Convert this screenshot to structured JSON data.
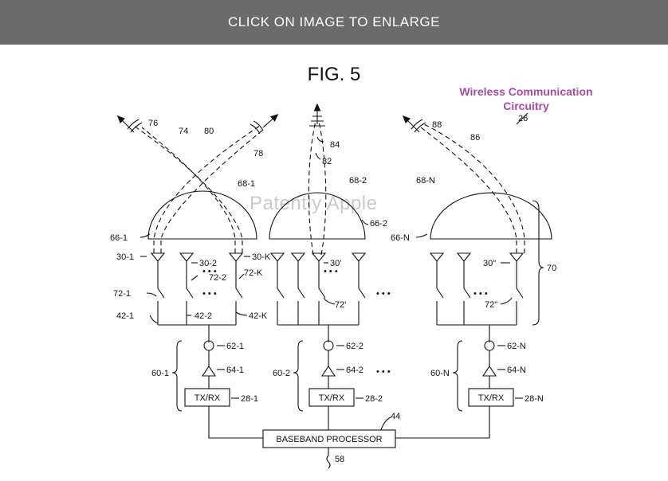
{
  "banner": {
    "text": "CLICK ON IMAGE TO ENLARGE"
  },
  "figure": {
    "title": "FIG. 5",
    "caption_line1": "Wireless Communication",
    "caption_line2": "Circuitry",
    "watermark": "Patently Apple"
  },
  "labels": {
    "l26": "26",
    "l76": "76",
    "l74": "74",
    "l80": "80",
    "l78": "78",
    "l84": "84",
    "l82": "82",
    "l88": "88",
    "l86": "86",
    "l68_1": "68-1",
    "l68_2": "68-2",
    "l68_N": "68-N",
    "l66_1": "66-1",
    "l66_2": "66-2",
    "l66_N": "66-N",
    "l30_1": "30-1",
    "l30_2": "30-2",
    "l30_K": "30-K",
    "l30p": "30'",
    "l30pp": "30\"",
    "l70": "70",
    "l72_1": "72-1",
    "l72_2": "72-2",
    "l72_K": "72-K",
    "l72p": "72'",
    "l72pp": "72\"",
    "l42_1": "42-1",
    "l42_2": "42-2",
    "l42_K": "42-K",
    "l62_1": "62-1",
    "l62_2": "62-2",
    "l62_N": "62-N",
    "l64_1": "64-1",
    "l64_2": "64-2",
    "l64_N": "64-N",
    "l60_1": "60-1",
    "l60_2": "60-2",
    "l60_N": "60-N",
    "l28_1": "28-1",
    "l28_2": "28-2",
    "l28_N": "28-N",
    "l44": "44",
    "l58": "58",
    "txrx": "TX/RX",
    "baseband": "BASEBAND PROCESSOR",
    "dots": "• • •",
    "dots_small": "• • •"
  },
  "colors": {
    "banner": "#6b6b6b",
    "caption": "#a64ca6",
    "watermark": "#c9c9c9"
  }
}
